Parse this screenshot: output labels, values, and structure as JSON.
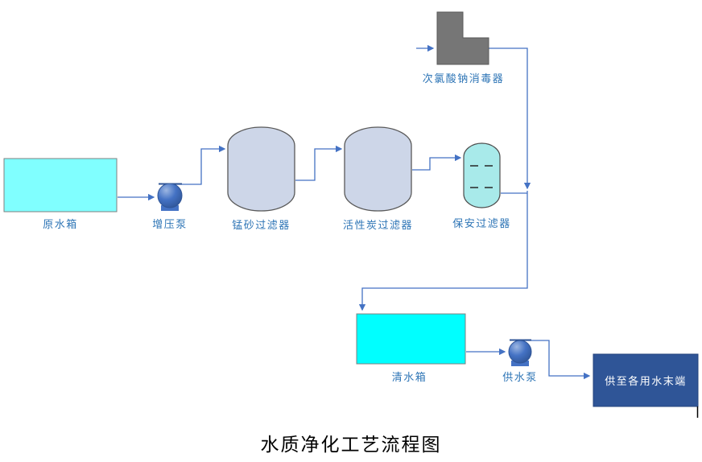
{
  "diagram": {
    "title": "水质净化工艺流程图",
    "colors": {
      "flow_line": "#4472C4",
      "label_text": "#2E75B6",
      "raw_tank_fill": "#80FFFF",
      "clean_tank_fill": "#00FFFF",
      "filter_fill": "#CDD6E8",
      "cartridge_fill": "#A8EAEA",
      "disinfector_fill": "#767676",
      "pump_fill": "#4472C4",
      "terminal_fill": "#2F5597",
      "terminal_text": "#FFFFFF"
    },
    "nodes": {
      "raw_tank": {
        "label": "原水箱"
      },
      "booster_pump": {
        "label": "增压泵"
      },
      "manganese_filter": {
        "label": "锰砂过滤器"
      },
      "carbon_filter": {
        "label": "活性炭过滤器"
      },
      "cartridge_filter": {
        "label": "保安过滤器"
      },
      "disinfector": {
        "label": "次氯酸钠消毒器"
      },
      "clean_tank": {
        "label": "清水箱"
      },
      "supply_pump": {
        "label": "供水泵"
      },
      "terminal": {
        "label": "供至各用水末端"
      }
    }
  }
}
